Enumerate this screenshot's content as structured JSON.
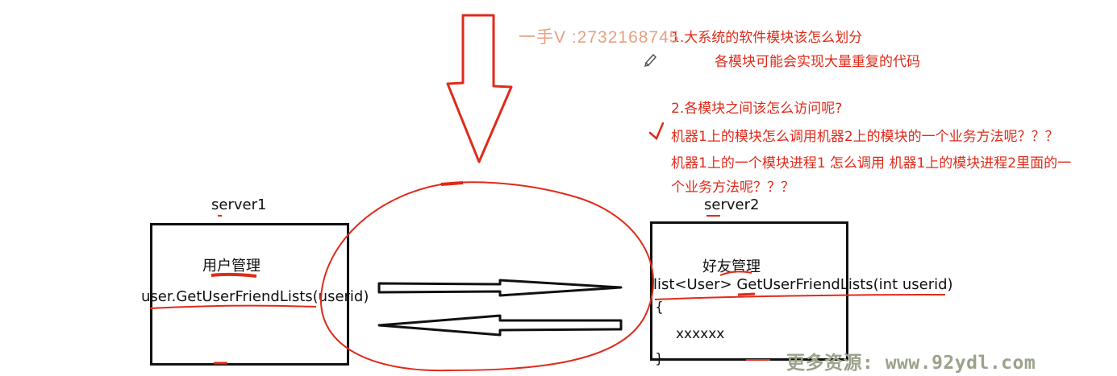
{
  "servers": {
    "server1": {
      "title": "server1",
      "module": "用户管理",
      "call": "user.GetUserFriendLists(userid)"
    },
    "server2": {
      "title": "server2",
      "module": "好友管理",
      "signature": "list<User> GetUserFriendLists(int userid)",
      "open_brace": "{",
      "body": "xxxxxx",
      "close_brace": "}"
    }
  },
  "notes": {
    "line1": "1.大系统的软件模块该怎么划分",
    "line2": "各模块可能会实现大量重复的代码",
    "line3": "2.各模块之间该怎么访问呢?",
    "line4": "机器1上的模块怎么调用机器2上的模块的一个业务方法呢？？？",
    "line5": "机器1上的一个模块进程1 怎么调用 机器1上的模块进程2里面的一",
    "line6": "个业务方法呢？？？"
  },
  "contact": "一手V :2732168745",
  "watermark": "更多资源: www.92ydl.com",
  "colors": {
    "ink": "#111111",
    "annotation": "#e02a1a",
    "watermark": "#9aa28a"
  }
}
